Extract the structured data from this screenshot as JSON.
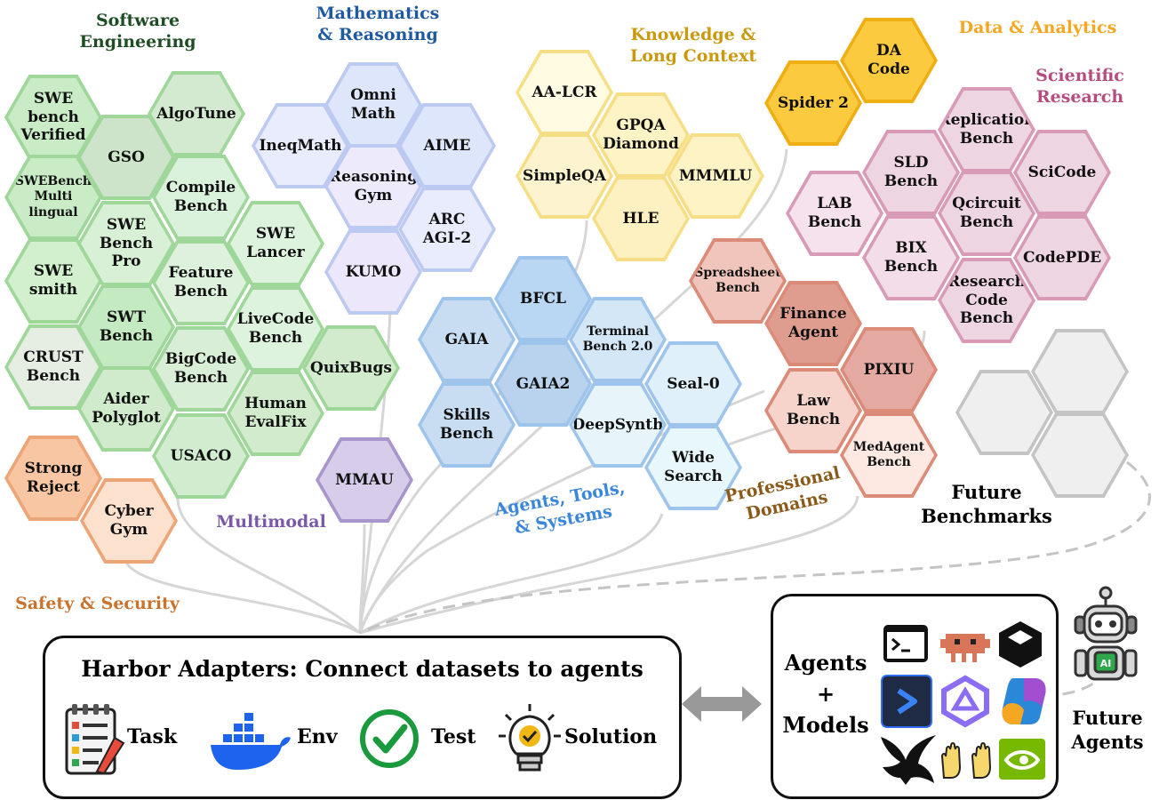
{
  "categories": [
    {
      "key": "swe",
      "label": "Software\nEngineering",
      "color": "#1e4d24"
    },
    {
      "key": "math",
      "label": "Mathematics\n& Reasoning",
      "color": "#1f5aa0"
    },
    {
      "key": "know",
      "label": "Knowledge &\nLong Context",
      "color": "#c99a10"
    },
    {
      "key": "data",
      "label": "Data & Analytics",
      "color": "#f5a623"
    },
    {
      "key": "sci",
      "label": "Scientific\nResearch",
      "color": "#b54d80"
    },
    {
      "key": "safety",
      "label": "Safety & Security",
      "color": "#c8732e"
    },
    {
      "key": "mm",
      "label": "Multimodal",
      "color": "#7a5aa8"
    },
    {
      "key": "agents",
      "label": "Agents, Tools,\n& Systems",
      "color": "#3a86d8"
    },
    {
      "key": "prof",
      "label": "Professional\nDomains",
      "color": "#8b5a1a"
    }
  ],
  "benchmarks": {
    "swe": [
      "SWE\nbench\nVerified",
      "AlgoTune",
      "GSO",
      "SWEBench\nMulti\nlingual",
      "Compile\nBench",
      "SWE\nBench\nPro",
      "SWE\nLancer",
      "SWE\nsmith",
      "Feature\nBench",
      "SWT\nBench",
      "LiveCode\nBench",
      "CRUST\nBench",
      "BigCode\nBench",
      "QuixBugs",
      "Aider\nPolyglot",
      "Human\nEvalFix",
      "USACO"
    ],
    "math": [
      "Omni\nMath",
      "IneqMath",
      "AIME",
      "Reasoning\nGym",
      "ARC\nAGI-2",
      "KUMO"
    ],
    "know": [
      "AA-LCR",
      "GPQA\nDiamond",
      "SimpleQA",
      "MMMLU",
      "HLE"
    ],
    "data": [
      "DA\nCode",
      "Spider 2"
    ],
    "sci": [
      "Replication\nBench",
      "SLD\nBench",
      "SciCode",
      "LAB\nBench",
      "Qcircuit\nBench",
      "BIX\nBench",
      "CodePDE",
      "Research\nCode\nBench"
    ],
    "safety": [
      "Strong\nReject",
      "Cyber\nGym"
    ],
    "mm": [
      "MMAU"
    ],
    "agents": [
      "BFCL",
      "GAIA",
      "Terminal\nBench 2.0",
      "GAIA2",
      "Seal-0",
      "Skills\nBench",
      "DeepSynth",
      "Wide\nSearch"
    ],
    "prof": [
      "Spreadsheet\nBench",
      "Finance\nAgent",
      "PIXIU",
      "Law\nBench",
      "MedAgent\nBench"
    ]
  },
  "future_benchmarks_label": "Future\nBenchmarks",
  "harbor": {
    "title": "Harbor Adapters: Connect datasets to agents",
    "items": [
      "Task",
      "Env",
      "Test",
      "Solution"
    ]
  },
  "agents_panel": {
    "label": "Agents\n+\nModels"
  },
  "future_agents_label": "Future\nAgents",
  "icons": [
    "task-checklist-icon",
    "docker-whale-icon",
    "checkmark-icon",
    "lightbulb-icon",
    "terminal-icon",
    "chip-icon",
    "cube-icon",
    "chevron-icon",
    "star-logo-icon",
    "copilot-icon",
    "bird-icon",
    "hands-icon",
    "nvidia-icon",
    "robot-icon",
    "double-arrow-icon"
  ]
}
